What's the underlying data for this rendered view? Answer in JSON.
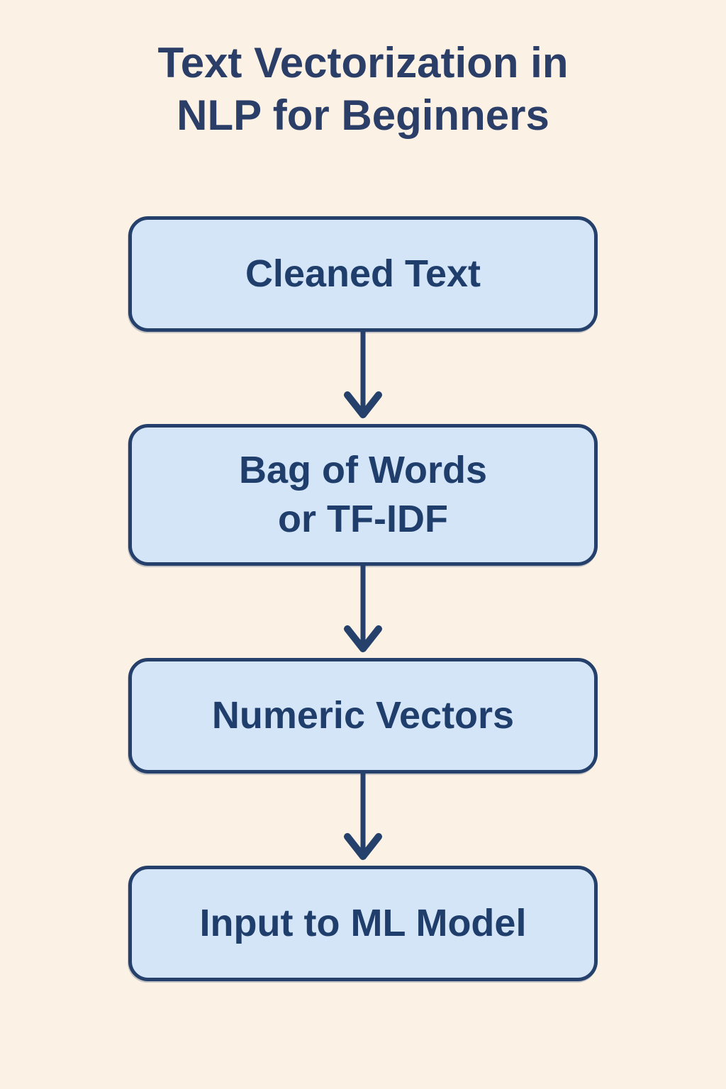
{
  "title": {
    "text": "Text Vectorization in\nNLP for Beginners"
  },
  "flow": {
    "nodes": [
      {
        "id": "cleaned-text",
        "label": "Cleaned Text"
      },
      {
        "id": "bow-or-tfidf",
        "label": "Bag of Words\nor TF-IDF"
      },
      {
        "id": "numeric-vectors",
        "label": "Numeric Vectors"
      },
      {
        "id": "input-to-ml",
        "label": "Input to ML Model"
      }
    ],
    "connections": [
      {
        "from": "cleaned-text",
        "to": "bow-or-tfidf",
        "style": "arrow-down"
      },
      {
        "from": "bow-or-tfidf",
        "to": "numeric-vectors",
        "style": "arrow-down"
      },
      {
        "from": "numeric-vectors",
        "to": "input-to-ml",
        "style": "arrow-down"
      }
    ]
  },
  "colors": {
    "background": "#fbf1e4",
    "node_fill": "#d5e5f8",
    "node_border": "#24406b",
    "node_text": "#1f3e6b",
    "title_text": "#2b3e68",
    "arrow": "#24406b"
  }
}
